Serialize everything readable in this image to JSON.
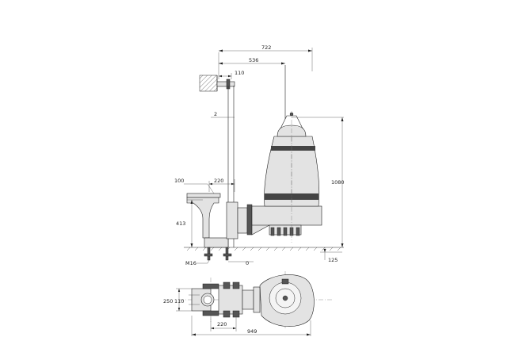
{
  "dimensions": {
    "d722": "722",
    "d536": "536",
    "d110_top": "110",
    "d2": "2",
    "d100": "100",
    "d220_side": "220",
    "d1080": "1080",
    "d413": "413",
    "dM16": "M16",
    "d0": "0",
    "d125": "125",
    "d250": "250",
    "d110_plan": "110",
    "d220_plan": "220",
    "d949": "949"
  }
}
